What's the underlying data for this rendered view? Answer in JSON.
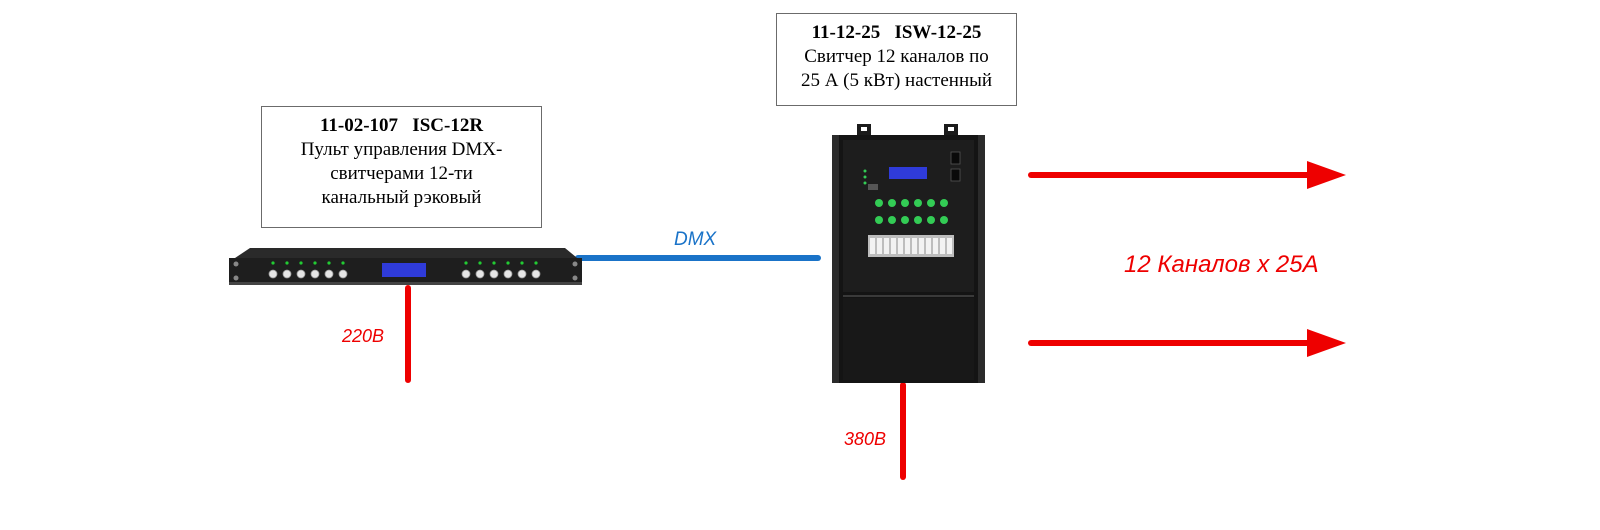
{
  "controller": {
    "title": "11-02-107   ISC-12R",
    "lines": [
      "Пульт управления DMX-",
      "свитчерами 12-ти",
      "канальный рэковый"
    ],
    "display_color": "#2f3bd9",
    "led_color": "#22cc33"
  },
  "switcher": {
    "title": "11-12-25   ISW-12-25",
    "lines": [
      "Свитчер 12 каналов по",
      "25 А (5 кВт) настенный"
    ],
    "display_color": "#2f3bd9",
    "button_color": "#33cc55"
  },
  "connections": {
    "dmx_label": "DMX",
    "dmx_color": "#1a73c8",
    "power_in_controller": "220В",
    "power_in_switcher": "380В",
    "power_color": "#ee0000"
  },
  "output": {
    "label": "12 Каналов х 25А",
    "arrow_color": "#ee0000"
  }
}
